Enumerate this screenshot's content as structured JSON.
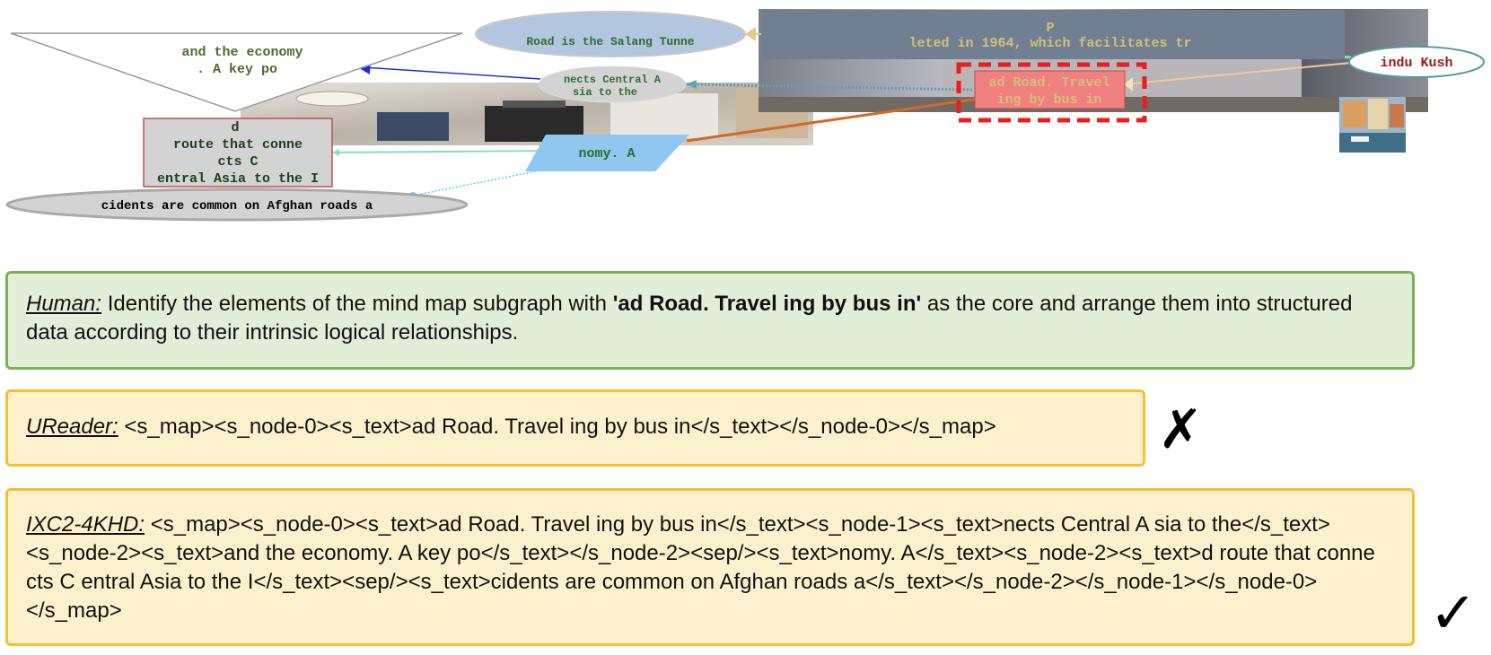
{
  "mind_map": {
    "nodes": {
      "economy": [
        "and the economy",
        ". A key po"
      ],
      "salang": [
        "Road is the Salang Tunne"
      ],
      "p_node": [
        "P",
        "leted in 1964, which facilitates tr"
      ],
      "hindu": [
        "indu Kush"
      ],
      "central": [
        "nects Central A",
        "sia to the"
      ],
      "core": [
        "ad Road. Travel",
        "ing by bus in"
      ],
      "route": [
        "d",
        "route that conne",
        "cts C",
        "entral Asia to the I"
      ],
      "nomy": [
        "nomy. A"
      ],
      "accidents": [
        "cidents are common on Afghan roads a"
      ]
    }
  },
  "dialog": {
    "human": {
      "speaker": "Human:",
      "before": "Identify the elements of the mind map subgraph with ",
      "core": "'ad Road. Travel ing by bus in'",
      "after": " as the core and arrange them into structured data according to their intrinsic logical relationships."
    },
    "ureader": {
      "speaker": "UReader:",
      "text": "<s_map><s_node-0><s_text>ad Road. Travel ing by bus in</s_text></s_node-0></s_map>",
      "verdict": "✗"
    },
    "ixc": {
      "speaker": "IXC2-4KHD:",
      "text": "<s_map><s_node-0><s_text>ad Road. Travel ing by bus in</s_text><s_node-1><s_text>nects Central A sia to the</s_text><s_node-2><s_text>and the economy. A key po</s_text></s_node-2><sep/><s_text>nomy. A</s_text><s_node-2><s_text>d  route that conne cts C entral Asia to the I</s_text><sep/><s_text>cidents are common on Afghan roads a</s_text></s_node-2></s_node-1></s_node-0></s_map>",
      "verdict": "✓"
    }
  }
}
